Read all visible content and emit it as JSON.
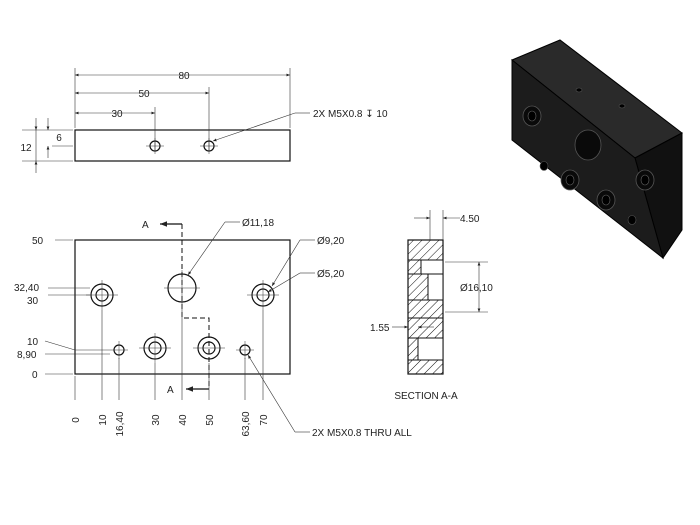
{
  "top_view": {
    "dims": {
      "overall": "80",
      "hole2": "50",
      "hole1": "30",
      "height": "12",
      "half_height": "6"
    },
    "callout": "2X M5X0.8 ↧ 10"
  },
  "front_view": {
    "y_dims": {
      "top": "50",
      "y3240": "32,40",
      "y30": "30",
      "y10": "10",
      "y890": "8,90",
      "y0": "0"
    },
    "x_dims": {
      "x0": "0",
      "x10": "10",
      "x1640": "16,40",
      "x30": "30",
      "x40": "40",
      "x50": "50",
      "x6360": "63,60",
      "x70": "70"
    },
    "diameters": {
      "d1118": "Ø11,18",
      "d920": "Ø9,20",
      "d520": "Ø5,20"
    },
    "section_mark": "A",
    "callout": "2X M5X0.8 THRU ALL"
  },
  "section_view": {
    "dims": {
      "width": "4.50",
      "diameter": "Ø16,10",
      "depth": "1.55"
    },
    "title": "SECTION A-A"
  },
  "colors": {
    "line": "#111111",
    "dim": "#333333",
    "solid": "#1a1a1a"
  }
}
